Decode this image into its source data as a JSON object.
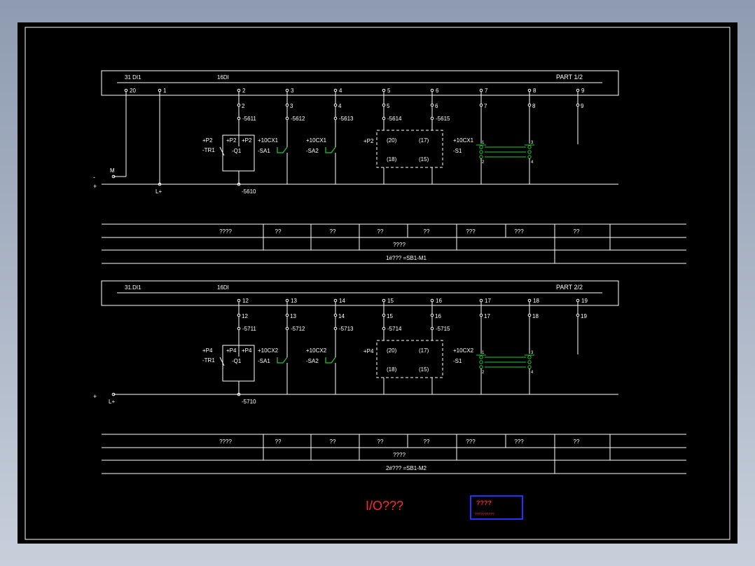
{
  "colors": {
    "background": "#000000",
    "frame": "#ffffff",
    "line": "#ffffff",
    "switch": "#22cc33",
    "footer_text": "#ff2a2a",
    "stamp_border": "#2233ff",
    "stamp_text": "#ff2a2a"
  },
  "sheets": [
    {
      "header_left": "31 DI1",
      "header_mid": "16DI",
      "part": "PART 1/2",
      "terminals": [
        "20",
        "1",
        "2",
        "3",
        "4",
        "5",
        "6",
        "7",
        "8",
        "9"
      ],
      "drops": [
        "2",
        "3",
        "4",
        "5",
        "6",
        "7",
        "8",
        "9"
      ],
      "wires": [
        "-5611",
        "-5612",
        "-5613",
        "-5614",
        "-5615"
      ],
      "p_label": "+P2",
      "p_box_a": "+P2",
      "p_box_b": "+P2",
      "tr_label": "-TR1",
      "q_label": "-Q1",
      "cx_label": "+10CX1",
      "sa1_label": "-SA1",
      "cx2_label": "+10CX1",
      "sa2_label": "-SA2",
      "box_p_label": "+P2",
      "box_labels": [
        "(20)",
        "(17)",
        "(18)",
        "(15)"
      ],
      "s1_cx": "+10CX1",
      "s1_label": "-S1",
      "s1_nums": [
        "1",
        "2",
        "3",
        "4"
      ],
      "minus_label": "-",
      "m_label": "M",
      "plus_label": "+",
      "l_label": "L+",
      "bottom_wire": "-5610",
      "table_row1": [
        "????",
        "??",
        "??",
        "??",
        "??",
        "???",
        "???",
        "??"
      ],
      "table_row2": "????",
      "table_row3": "1#???     =SB1-M1"
    },
    {
      "header_left": "31.DI1",
      "header_mid": "16DI",
      "part": "PART 2/2",
      "terminals": [
        "12",
        "13",
        "14",
        "15",
        "16",
        "17",
        "18",
        "19"
      ],
      "drops": [
        "12",
        "13",
        "14",
        "15",
        "16",
        "17",
        "18",
        "19"
      ],
      "wires": [
        "-5711",
        "-5712",
        "-5713",
        "-5714",
        "-5715"
      ],
      "p_label": "+P4",
      "p_box_a": "+P4",
      "p_box_b": "+P4",
      "tr_label": "-TR1",
      "q_label": "-Q1",
      "cx_label": "+10CX2",
      "sa1_label": "-SA1",
      "cx2_label": "+10CX2",
      "sa2_label": "-SA2",
      "box_p_label": "+P4",
      "box_labels": [
        "(20)",
        "(17)",
        "(18)",
        "(15)"
      ],
      "s1_cx": "+10CX2",
      "s1_label": "-S1",
      "s1_nums": [
        "1",
        "2",
        "3",
        "4"
      ],
      "plus_label": "+",
      "l_label": "L+",
      "bottom_wire": "-5710",
      "table_row1": [
        "????",
        "??",
        "??",
        "??",
        "??",
        "???",
        "???",
        "??"
      ],
      "table_row2": "????",
      "table_row3": "2#???     =SB1-M2"
    }
  ],
  "footer": {
    "title": "I/O???"
  },
  "stamp": {
    "line1": "????",
    "line2": "??????????"
  }
}
